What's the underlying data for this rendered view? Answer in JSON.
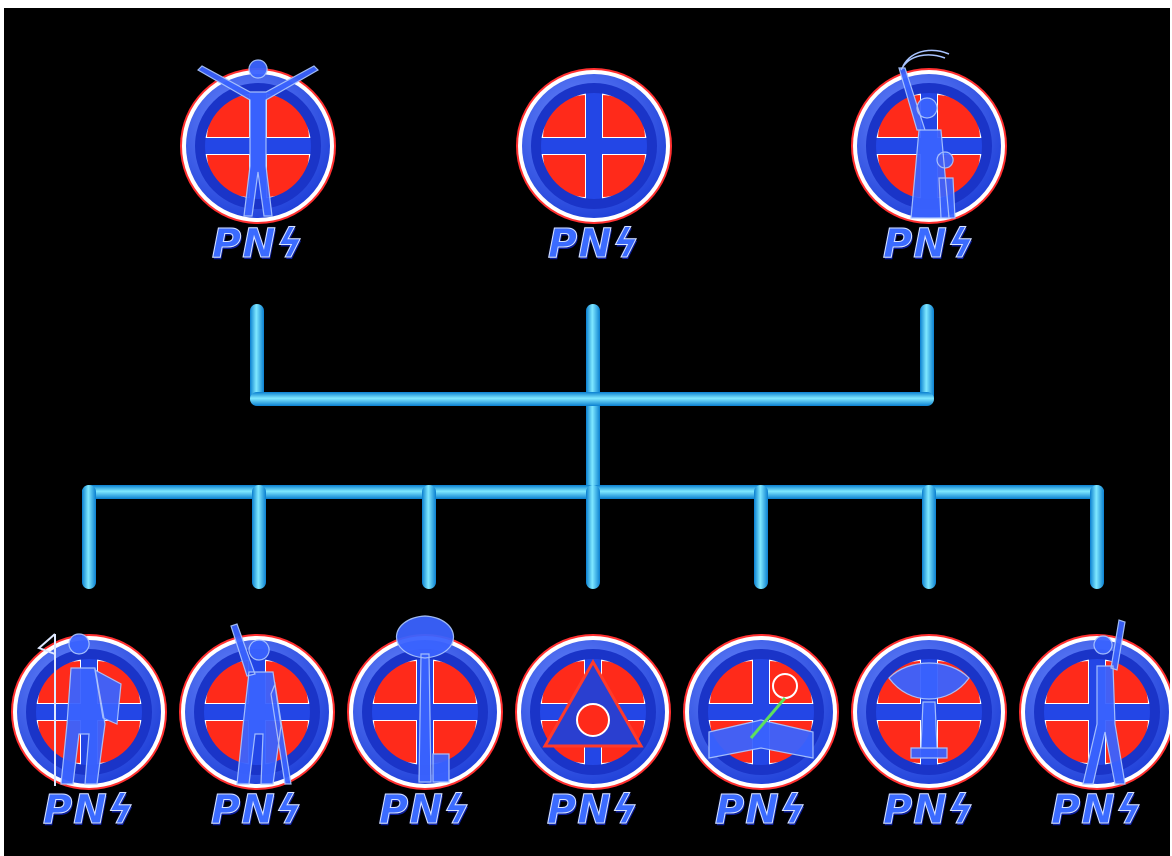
{
  "diagram": {
    "type": "org-chart",
    "colors": {
      "background": "#000000",
      "connector": "#33ccff",
      "emblem_blue": "#1e3fd8",
      "emblem_red": "#ff2a1a",
      "emblem_ring": "#ffffff",
      "label": "#3b6bff"
    },
    "top_row": [
      {
        "label": "PNϟ",
        "figure": "man-arms-spread-icon"
      },
      {
        "label": "PNϟ",
        "figure": "none"
      },
      {
        "label": "PNϟ",
        "figure": "woman-with-child-icon"
      }
    ],
    "bottom_row": [
      {
        "label": "PNϟ",
        "figure": "hiker-with-flag-icon"
      },
      {
        "label": "PNϟ",
        "figure": "worker-raised-arm-icon"
      },
      {
        "label": "PNϟ",
        "figure": "araucaria-tree-icon"
      },
      {
        "label": "PNϟ",
        "figure": "triangle-wheel-icon"
      },
      {
        "label": "PNϟ",
        "figure": "open-book-flower-icon"
      },
      {
        "label": "PNϟ",
        "figure": "radio-dish-icon"
      },
      {
        "label": "PNϟ",
        "figure": "dancer-icon"
      }
    ]
  }
}
